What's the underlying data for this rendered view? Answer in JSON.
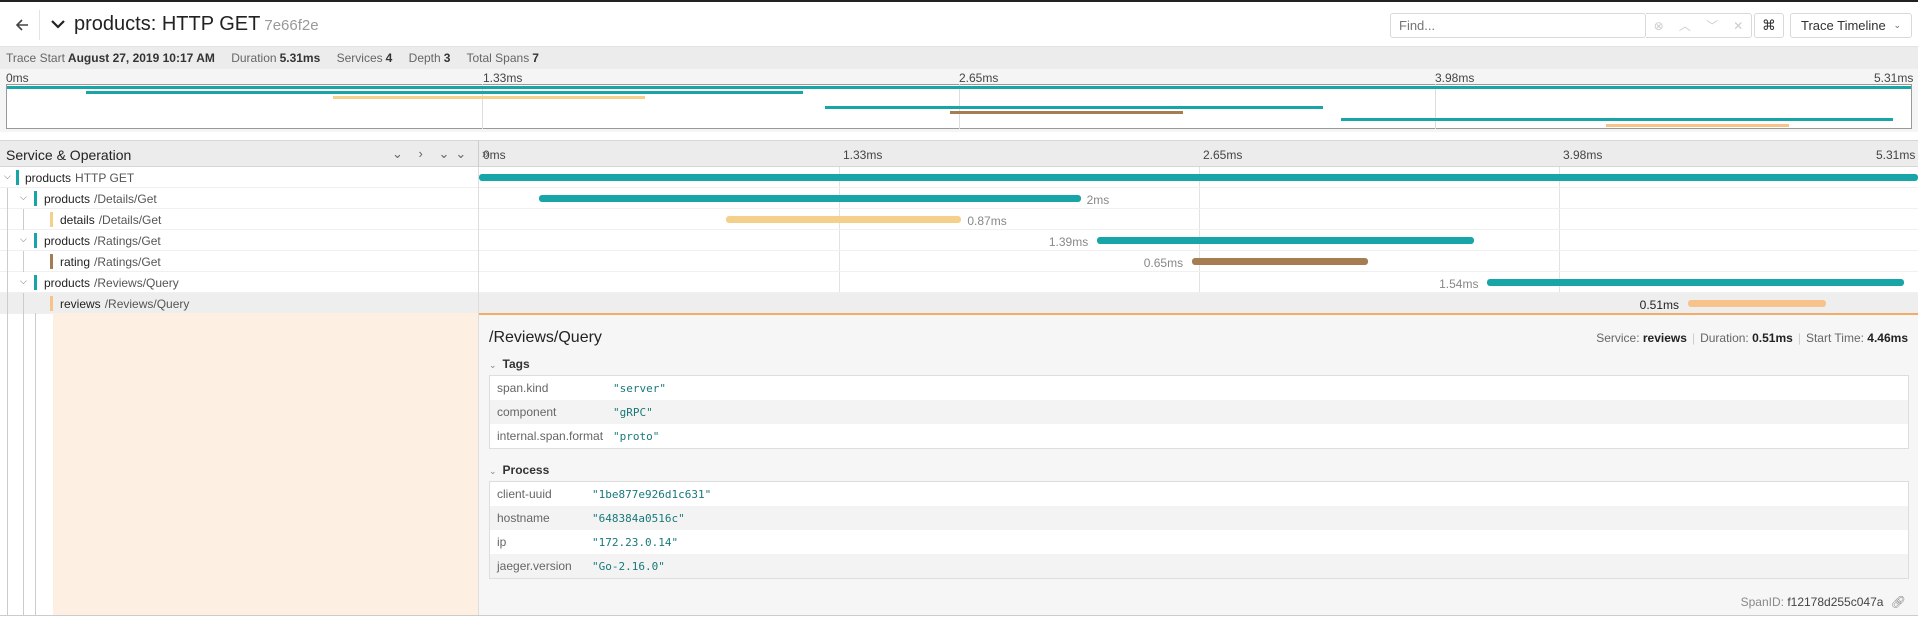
{
  "header": {
    "back_icon": "arrow-left-icon",
    "title": "products: HTTP GET",
    "trace_id": "7e66f2e",
    "find_placeholder": "Find...",
    "keyboard_icon": "⌘",
    "view_select": "Trace Timeline"
  },
  "summary": {
    "trace_start_label": "Trace Start",
    "trace_start": "August 27, 2019 10:17 AM",
    "duration_label": "Duration",
    "duration": "5.31ms",
    "services_label": "Services",
    "services": "4",
    "depth_label": "Depth",
    "depth": "3",
    "total_spans_label": "Total Spans",
    "total_spans": "7"
  },
  "ticks": [
    "0ms",
    "1.33ms",
    "2.65ms",
    "3.98ms",
    "5.31ms"
  ],
  "timeline_header": {
    "title": "Service & Operation",
    "controls": "⌄ › ⌄⌄ »"
  },
  "colors": {
    "products": "#17a5a8",
    "details": "#f5d08b",
    "ratings": "#a67c52",
    "reviews": "#f8c38a"
  },
  "spans": [
    {
      "service": "products",
      "operation": "HTTP GET",
      "depth": 0,
      "has_children": true,
      "color": "#17a5a8",
      "start_ms": 0.0,
      "duration_ms": 5.31,
      "duration_label": ""
    },
    {
      "service": "products",
      "operation": "/Details/Get",
      "depth": 1,
      "has_children": true,
      "color": "#17a5a8",
      "start_ms": 0.22,
      "duration_ms": 2.0,
      "duration_label": "2ms"
    },
    {
      "service": "details",
      "operation": "/Details/Get",
      "depth": 2,
      "has_children": false,
      "color": "#f5d08b",
      "start_ms": 0.91,
      "duration_ms": 0.87,
      "duration_label": "0.87ms"
    },
    {
      "service": "products",
      "operation": "/Ratings/Get",
      "depth": 1,
      "has_children": true,
      "color": "#17a5a8",
      "start_ms": 2.28,
      "duration_ms": 1.39,
      "duration_label": "1.39ms"
    },
    {
      "service": "rating",
      "operation": "/Ratings/Get",
      "depth": 2,
      "has_children": false,
      "color": "#a67c52",
      "start_ms": 2.63,
      "duration_ms": 0.65,
      "duration_label": "0.65ms"
    },
    {
      "service": "products",
      "operation": "/Reviews/Query",
      "depth": 1,
      "has_children": true,
      "color": "#17a5a8",
      "start_ms": 3.72,
      "duration_ms": 1.54,
      "duration_label": "1.54ms"
    },
    {
      "service": "reviews",
      "operation": "/Reviews/Query",
      "depth": 2,
      "has_children": false,
      "color": "#f8c38a",
      "start_ms": 4.46,
      "duration_ms": 0.51,
      "duration_label": "0.51ms"
    }
  ],
  "detail": {
    "operation": "/Reviews/Query",
    "service_label": "Service:",
    "service": "reviews",
    "duration_label": "Duration:",
    "duration": "0.51ms",
    "start_label": "Start Time:",
    "start": "4.46ms",
    "tags_title": "Tags",
    "tags": [
      {
        "key": "span.kind",
        "value": "\"server\""
      },
      {
        "key": "component",
        "value": "\"gRPC\""
      },
      {
        "key": "internal.span.format",
        "value": "\"proto\""
      }
    ],
    "process_title": "Process",
    "process": [
      {
        "key": "client-uuid",
        "value": "\"1be877e926d1c631\""
      },
      {
        "key": "hostname",
        "value": "\"648384a0516c\""
      },
      {
        "key": "ip",
        "value": "\"172.23.0.14\""
      },
      {
        "key": "jaeger.version",
        "value": "\"Go-2.16.0\""
      }
    ],
    "span_id_label": "SpanID:",
    "span_id": "f12178d255c047a",
    "link_icon": "link-icon"
  }
}
